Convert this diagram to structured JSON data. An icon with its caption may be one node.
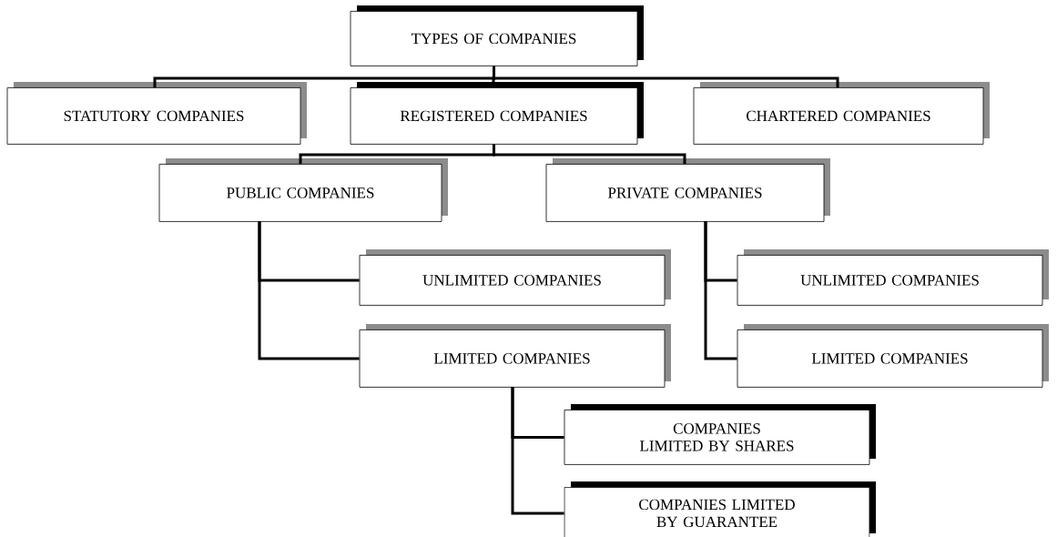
{
  "diagram": {
    "nodes": [
      {
        "text": [
          "TYPES OF COMPANIES"
        ]
      },
      {
        "text": [
          "STATUTORY COMPANIES"
        ]
      },
      {
        "text": [
          "REGISTERED COMPANIES"
        ]
      },
      {
        "text": [
          "CHARTERED COMPANIES"
        ]
      },
      {
        "text": [
          "PUBLIC COMPANIES"
        ]
      },
      {
        "text": [
          "PRIVATE COMPANIES"
        ]
      },
      {
        "text": [
          "UNLIMITED COMPANIES"
        ]
      },
      {
        "text": [
          "LIMITED COMPANIES"
        ]
      },
      {
        "text": [
          "UNLIMITED COMPANIES"
        ]
      },
      {
        "text": [
          "LIMITED COMPANIES"
        ]
      },
      {
        "text": [
          "COMPANIES LIMITED BY SHARES"
        ]
      },
      {
        "text": [
          "COMPANIES LIMITED BY GUARANTEE"
        ]
      }
    ],
    "edges": [
      {
        "from": 0,
        "to": 1,
        "arrow": "none"
      },
      {
        "from": 0,
        "to": 2,
        "arrow": "none"
      },
      {
        "from": 0,
        "to": 3,
        "arrow": "none"
      },
      {
        "from": 2,
        "to": 4,
        "arrow": "none"
      },
      {
        "from": 2,
        "to": 5,
        "arrow": "none"
      },
      {
        "from": 4,
        "to": 6,
        "arrow": "none"
      },
      {
        "from": 4,
        "to": 7,
        "arrow": "none"
      },
      {
        "from": 5,
        "to": 8,
        "arrow": "none"
      },
      {
        "from": 5,
        "to": 9,
        "arrow": "none"
      },
      {
        "from": 7,
        "to": 10,
        "arrow": "none"
      },
      {
        "from": 7,
        "to": 11,
        "arrow": "none"
      }
    ]
  }
}
